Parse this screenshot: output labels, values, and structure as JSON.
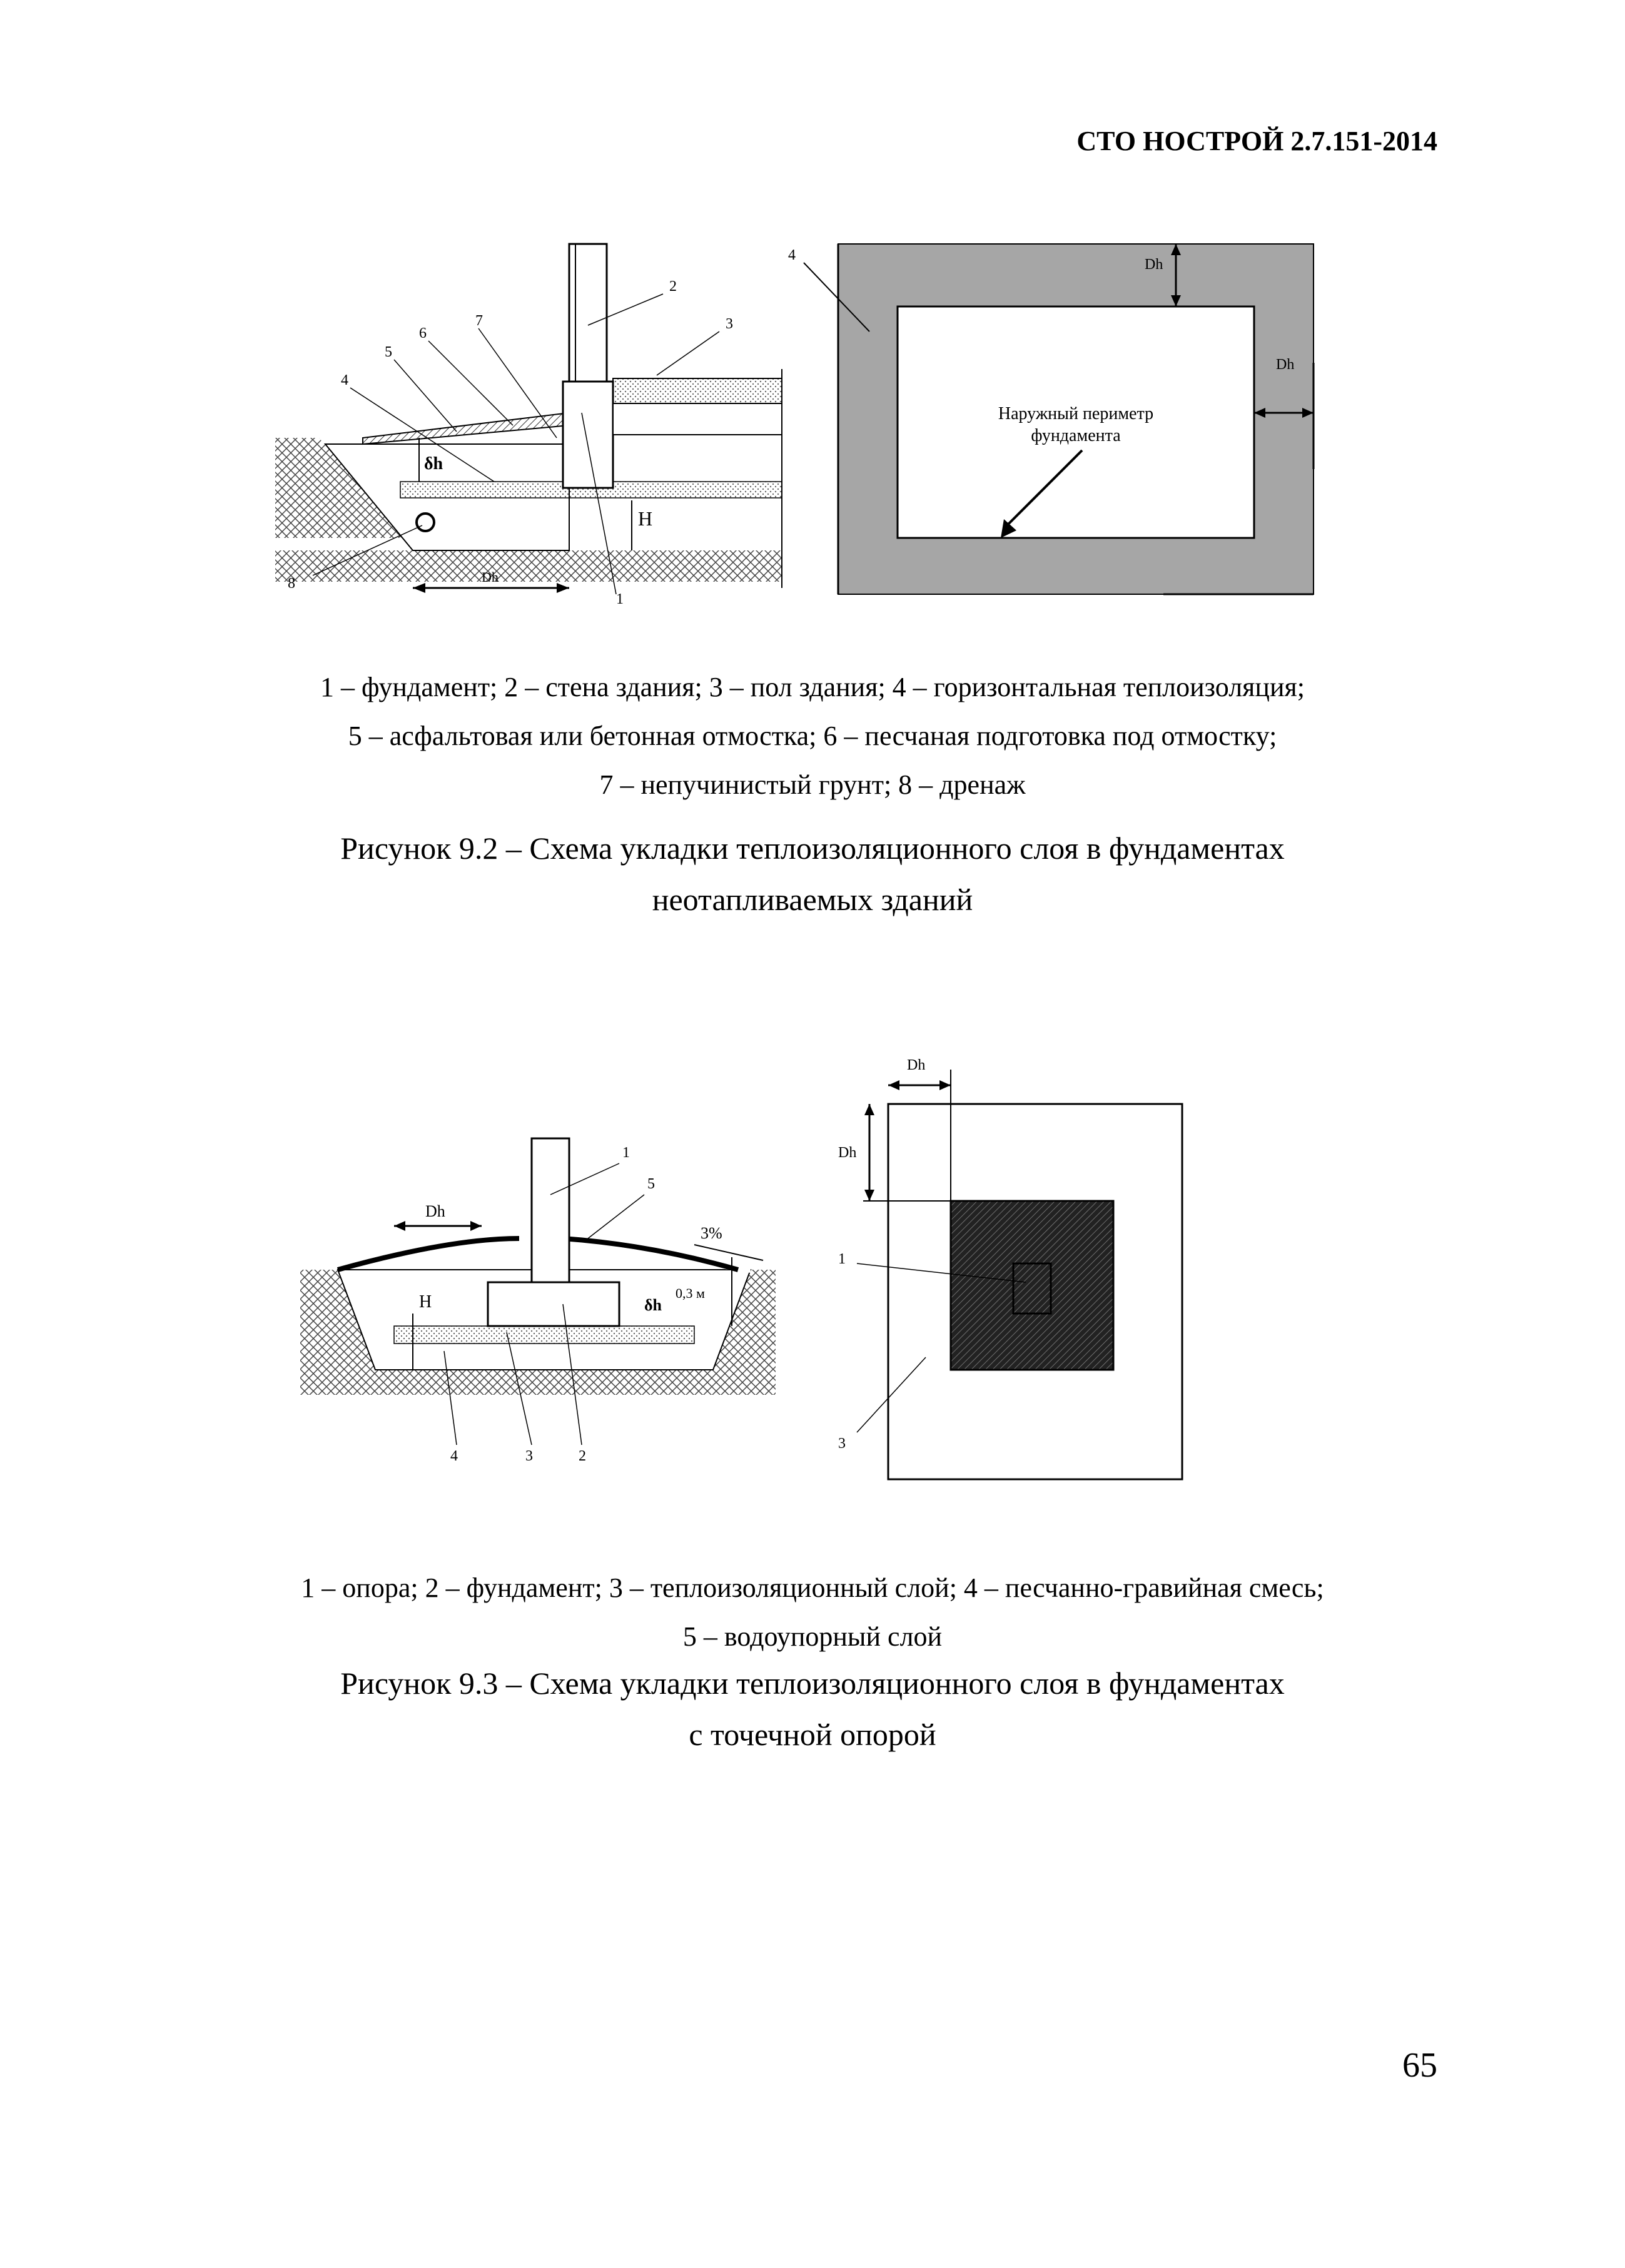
{
  "header": {
    "doc_code": "СТО НОСТРОЙ 2.7.151-2014"
  },
  "figure_9_2": {
    "section": {
      "labels": [
        "1",
        "2",
        "3",
        "4",
        "5",
        "6",
        "7",
        "8"
      ],
      "dim_dh": "Dh",
      "delta": "δh",
      "H": "H"
    },
    "plan": {
      "label_4": "4",
      "dim_dh": "Dh",
      "perimeter_line1": "Наружный периметр",
      "perimeter_line2": "фундамента"
    },
    "legend": [
      "1 – фундамент; 2 – стена здания; 3 – пол здания; 4 – горизонтальная теплоизоляция;",
      "5 – асфальтовая или бетонная отмостка; 6 – песчаная подготовка под отмостку;",
      "7 – непучинистый грунт; 8 – дренаж"
    ],
    "caption": [
      "Рисунок 9.2 – Схема укладки теплоизоляционного слоя в фундаментах",
      "неотапливаемых зданий"
    ]
  },
  "figure_9_3": {
    "section": {
      "labels": [
        "1",
        "2",
        "3",
        "4",
        "5"
      ],
      "dim_dh": "Dh",
      "H": "H",
      "delta": "δh",
      "slope": "3%",
      "depth": "0,3 м"
    },
    "plan": {
      "dim_dh": "Dh",
      "labels": [
        "1",
        "3"
      ]
    },
    "legend": [
      "1 – опора; 2 – фундамент; 3 – теплоизоляционный слой; 4 – песчанно-гравийная смесь;",
      "5 – водоупорный слой"
    ],
    "caption": [
      "Рисунок 9.3 – Схема укладки теплоизоляционного слоя в фундаментах",
      "с точечной опорой"
    ]
  },
  "page_number": "65"
}
